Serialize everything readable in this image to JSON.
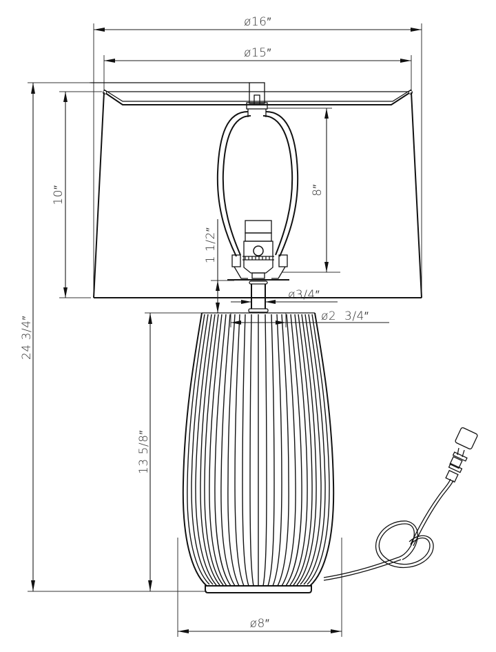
{
  "drawing": {
    "subject": "table lamp dimension drawing",
    "stroke_color": "#111111",
    "background": "#ffffff"
  },
  "dimensions": {
    "shade_top_diameter": {
      "label": "ø16″",
      "value_in": 16
    },
    "shade_inner_diameter": {
      "label": "ø15″",
      "value_in": 15
    },
    "shade_height": {
      "label": "10″",
      "value_in": 10
    },
    "harp_height": {
      "label": "8″",
      "value_in": 8
    },
    "socket_height": {
      "label": "1 1/2″",
      "value_in": 1.5
    },
    "neck_diameter": {
      "label": "ø3/4″",
      "value_in": 0.75
    },
    "base_top_diameter": {
      "label": "ø2  3/4″",
      "value_in": 2.75
    },
    "overall_height": {
      "label": "24  3/4″",
      "value_in": 24.75
    },
    "body_height": {
      "label": "13  5/8″",
      "value_in": 13.625
    },
    "base_diameter": {
      "label": "ø8″",
      "value_in": 8
    }
  }
}
